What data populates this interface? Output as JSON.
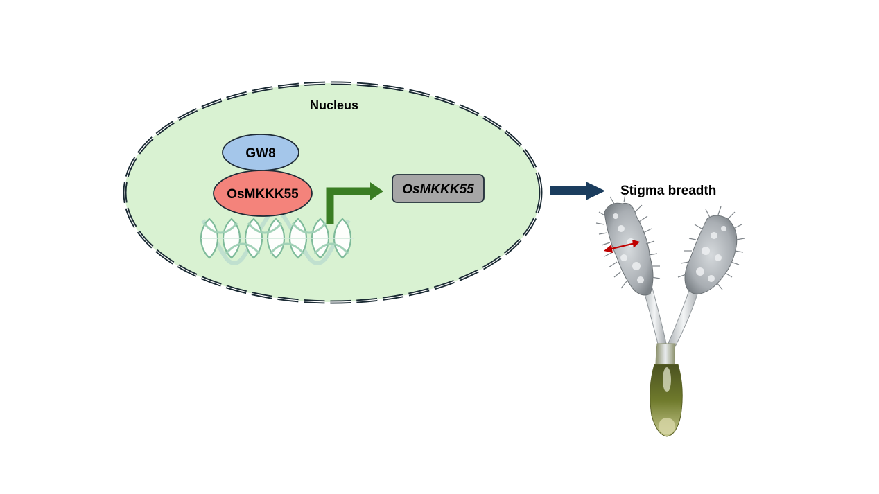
{
  "nucleus": {
    "label": "Nucleus",
    "fill_color": "#d9f2d2",
    "border_color": "#1a2a33"
  },
  "gw8": {
    "label": "GW8",
    "fill_color": "#a4c6ea"
  },
  "protein": {
    "label": "OsMKKK55",
    "fill_color": "#f4837b"
  },
  "dna": {
    "icon": "dna-helix-icon",
    "color": "#7ab898"
  },
  "promoter_arrow": {
    "icon": "promoter-arrow-icon",
    "color": "#3a7d23"
  },
  "gene": {
    "label": "OsMKKK55",
    "fill_color": "#a6a6a6"
  },
  "output_arrow": {
    "icon": "right-arrow-icon",
    "color": "#1b3d5e"
  },
  "phenotype": {
    "label": "Stigma breadth",
    "image": "stigma-image",
    "measure_color": "#c00000"
  }
}
